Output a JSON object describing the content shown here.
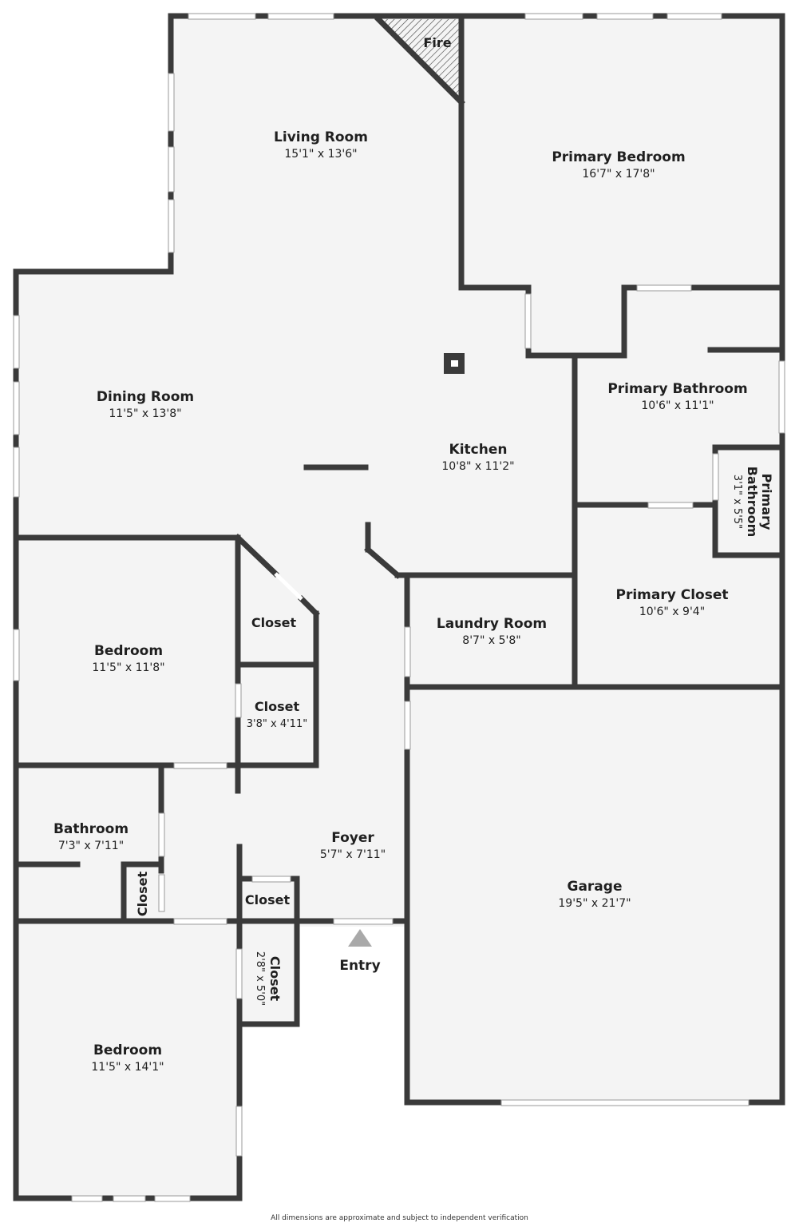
{
  "rooms": {
    "living_room": {
      "name": "Living Room",
      "dims": "15'1\" x 13'6\""
    },
    "fire": {
      "name": "Fire"
    },
    "primary_bedroom": {
      "name": "Primary Bedroom",
      "dims": "16'7\" x 17'8\""
    },
    "dining_room": {
      "name": "Dining Room",
      "dims": "11'5\" x 13'8\""
    },
    "kitchen": {
      "name": "Kitchen",
      "dims": "10'8\" x 11'2\""
    },
    "primary_bathroom": {
      "name": "Primary Bathroom",
      "dims": "10'6\" x 11'1\""
    },
    "primary_bathroom_small": {
      "line1": "Primary",
      "line2": "Bathroom",
      "dims": "3'1\" x 5'5\""
    },
    "laundry_room": {
      "name": "Laundry Room",
      "dims": "8'7\" x 5'8\""
    },
    "primary_closet": {
      "name": "Primary Closet",
      "dims": "10'6\" x 9'4\""
    },
    "bedroom_upper": {
      "name": "Bedroom",
      "dims": "11'5\" x 11'8\""
    },
    "closet_angled": {
      "name": "Closet"
    },
    "closet_mid": {
      "name": "Closet",
      "dims": "3'8\" x 4'11\""
    },
    "bathroom": {
      "name": "Bathroom",
      "dims": "7'3\" x 7'11\""
    },
    "foyer": {
      "name": "Foyer",
      "dims": "5'7\" x 7'11\""
    },
    "garage": {
      "name": "Garage",
      "dims": "19'5\" x 21'7\""
    },
    "closet_bath": {
      "name": "Closet"
    },
    "closet_foyer": {
      "name": "Closet"
    },
    "closet_lower": {
      "name": "Closet",
      "dims": "2'8\" x 5'0\""
    },
    "bedroom_lower": {
      "name": "Bedroom",
      "dims": "11'5\" x 14'1\""
    }
  },
  "entry": {
    "label": "Entry"
  },
  "footer": {
    "disclaimer": "All dimensions are approximate and subject to independent verification"
  },
  "colors": {
    "wall": "#3a3a3a",
    "floor": "#f4f4f4",
    "window": "#ffffff",
    "entry_marker": "#a9a9a9"
  }
}
